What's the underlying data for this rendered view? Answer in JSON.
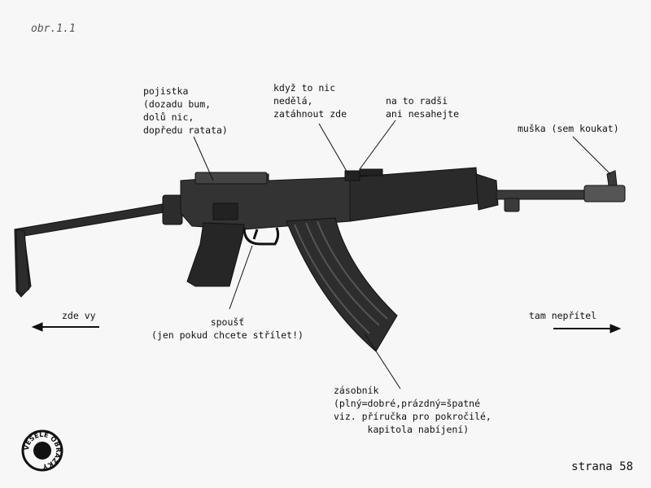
{
  "figure_label": "obr.1.1",
  "labels": {
    "safety": "pojistka\n(dozadu bum,\ndolů nic,\ndopředu ratata)",
    "charging": "když to nic\nnedělá,\nzatáhnout zde",
    "rear_sight": "na to radši\nani nesahejte",
    "front_sight": "muška (sem koukat)",
    "you_here": "zde vy",
    "enemy_there": "tam nepřítel",
    "trigger": "spoušť\n(jen pokud chcete střílet!)",
    "magazine": "zásobník\n(plný=dobré,prázdný=špatné\nviz. příručka pro pokročilé,\n      kapitola nabíjení)"
  },
  "logo_text": "VESELÉ OBRÁZKY",
  "page_number": "strana 58",
  "icons": [
    "rifle-illustration",
    "left-arrow-icon",
    "right-arrow-icon",
    "stamp-logo"
  ]
}
